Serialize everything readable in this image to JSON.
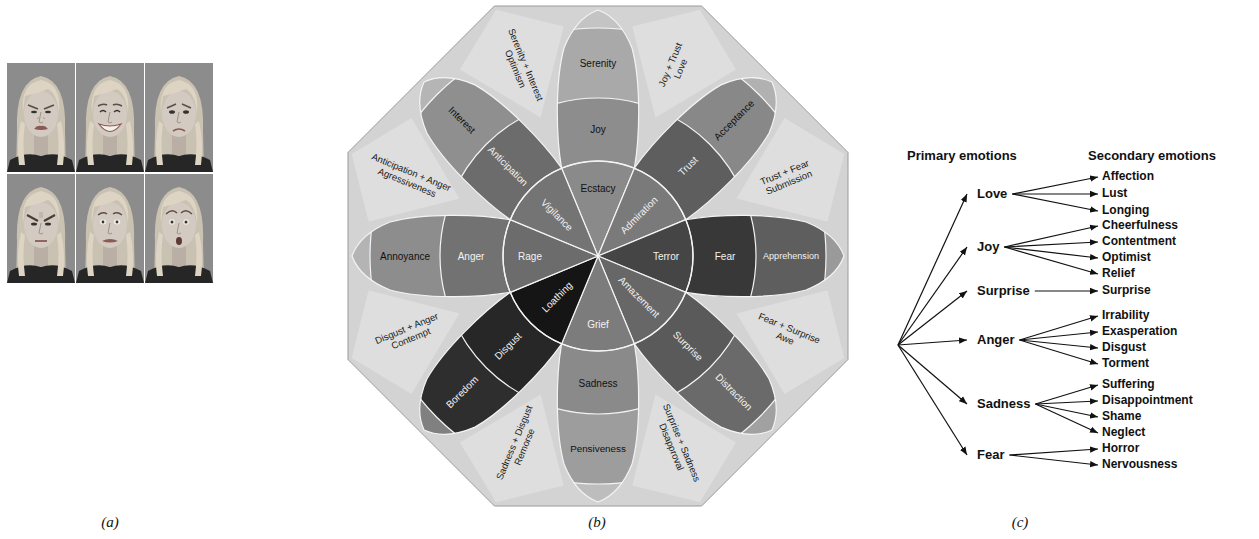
{
  "diagram": {
    "nodes": [
      {
        "text": [
          "Serenity + Interest",
          "Optimism"
        ]
      },
      {
        "text": [
          "Joy + Trust",
          "Love"
        ]
      },
      {
        "text": [
          "Trust + Fear",
          "Submission"
        ]
      },
      {
        "text": [
          "Fear + Surprise",
          "Awe"
        ]
      },
      {
        "text": [
          "Surprise + Sadness",
          "Disapproval"
        ]
      },
      {
        "text": [
          "Sadness + Disgust",
          "Remorse"
        ]
      },
      {
        "text": [
          "Disgust + Anger",
          "Contempt"
        ]
      },
      {
        "text": [
          "Anticipation + Anger",
          "Agressiveness"
        ]
      },
      {
        "text": [
          "Serenity"
        ]
      },
      {
        "text": [
          "Joy"
        ]
      },
      {
        "text": [
          "Ecstacy"
        ]
      },
      {
        "text": [
          "Acceptance"
        ]
      },
      {
        "text": [
          "Trust"
        ]
      },
      {
        "text": [
          "Admiration"
        ]
      },
      {
        "text": [
          "Apprehension"
        ]
      },
      {
        "text": [
          "Fear"
        ]
      },
      {
        "text": [
          "Terror"
        ]
      },
      {
        "text": [
          "Distraction"
        ]
      },
      {
        "text": [
          "Surprise"
        ]
      },
      {
        "text": [
          "Amazement"
        ]
      },
      {
        "text": [
          "Pensiveness"
        ]
      },
      {
        "text": [
          "Sadness"
        ]
      },
      {
        "text": [
          "Grief"
        ]
      },
      {
        "text": [
          "Boredom"
        ]
      },
      {
        "text": [
          "Disgust"
        ]
      },
      {
        "text": [
          "Loathing"
        ]
      },
      {
        "text": [
          "Annoyance"
        ]
      },
      {
        "text": [
          "Anger"
        ]
      },
      {
        "text": [
          "Rage"
        ]
      },
      {
        "text": [
          "Interest"
        ]
      },
      {
        "text": [
          "Anticipation"
        ]
      },
      {
        "text": [
          "Vigilance"
        ]
      },
      {
        "text": [
          "Love"
        ]
      },
      {
        "text": [
          "Joy"
        ]
      },
      {
        "text": [
          "Surprise"
        ]
      },
      {
        "text": [
          "Anger"
        ]
      },
      {
        "text": [
          "Sadness"
        ]
      },
      {
        "text": [
          "Fear"
        ]
      },
      {
        "text": [
          "Affection"
        ]
      },
      {
        "text": [
          "Lust"
        ]
      },
      {
        "text": [
          "Longing"
        ]
      },
      {
        "text": [
          "Cheerfulness"
        ]
      },
      {
        "text": [
          "Contentment"
        ]
      },
      {
        "text": [
          "Optimist"
        ]
      },
      {
        "text": [
          "Relief"
        ]
      },
      {
        "text": [
          "Surprise"
        ]
      },
      {
        "text": [
          "Irrability"
        ]
      },
      {
        "text": [
          "Exasperation"
        ]
      },
      {
        "text": [
          "Disgust"
        ]
      },
      {
        "text": [
          "Torment"
        ]
      },
      {
        "text": [
          "Suffering"
        ]
      },
      {
        "text": [
          "Disappointment"
        ]
      },
      {
        "text": [
          "Shame"
        ]
      },
      {
        "text": [
          "Neglect"
        ]
      },
      {
        "text": [
          "Horror"
        ]
      },
      {
        "text": [
          "Nervousness"
        ]
      }
    ],
    "edges": [
      {
        "from": 32,
        "to": 38,
        "arrow": "to"
      },
      {
        "from": 32,
        "to": 39,
        "arrow": "to"
      },
      {
        "from": 32,
        "to": 40,
        "arrow": "to"
      },
      {
        "from": 33,
        "to": 41,
        "arrow": "to"
      },
      {
        "from": 33,
        "to": 42,
        "arrow": "to"
      },
      {
        "from": 33,
        "to": 43,
        "arrow": "to"
      },
      {
        "from": 33,
        "to": 44,
        "arrow": "to"
      },
      {
        "from": 34,
        "to": 45,
        "arrow": "to"
      },
      {
        "from": 35,
        "to": 46,
        "arrow": "to"
      },
      {
        "from": 35,
        "to": 47,
        "arrow": "to"
      },
      {
        "from": 35,
        "to": 48,
        "arrow": "to"
      },
      {
        "from": 35,
        "to": 49,
        "arrow": "to"
      },
      {
        "from": 36,
        "to": 50,
        "arrow": "to"
      },
      {
        "from": 36,
        "to": 51,
        "arrow": "to"
      },
      {
        "from": 36,
        "to": 52,
        "arrow": "to"
      },
      {
        "from": 36,
        "to": 53,
        "arrow": "to"
      },
      {
        "from": 37,
        "to": 54,
        "arrow": "to"
      },
      {
        "from": 37,
        "to": 55,
        "arrow": "to"
      }
    ],
    "labels": [
      "Primary emotions",
      "Secondary emotions",
      "(a)",
      "(b)",
      "(c)"
    ]
  }
}
